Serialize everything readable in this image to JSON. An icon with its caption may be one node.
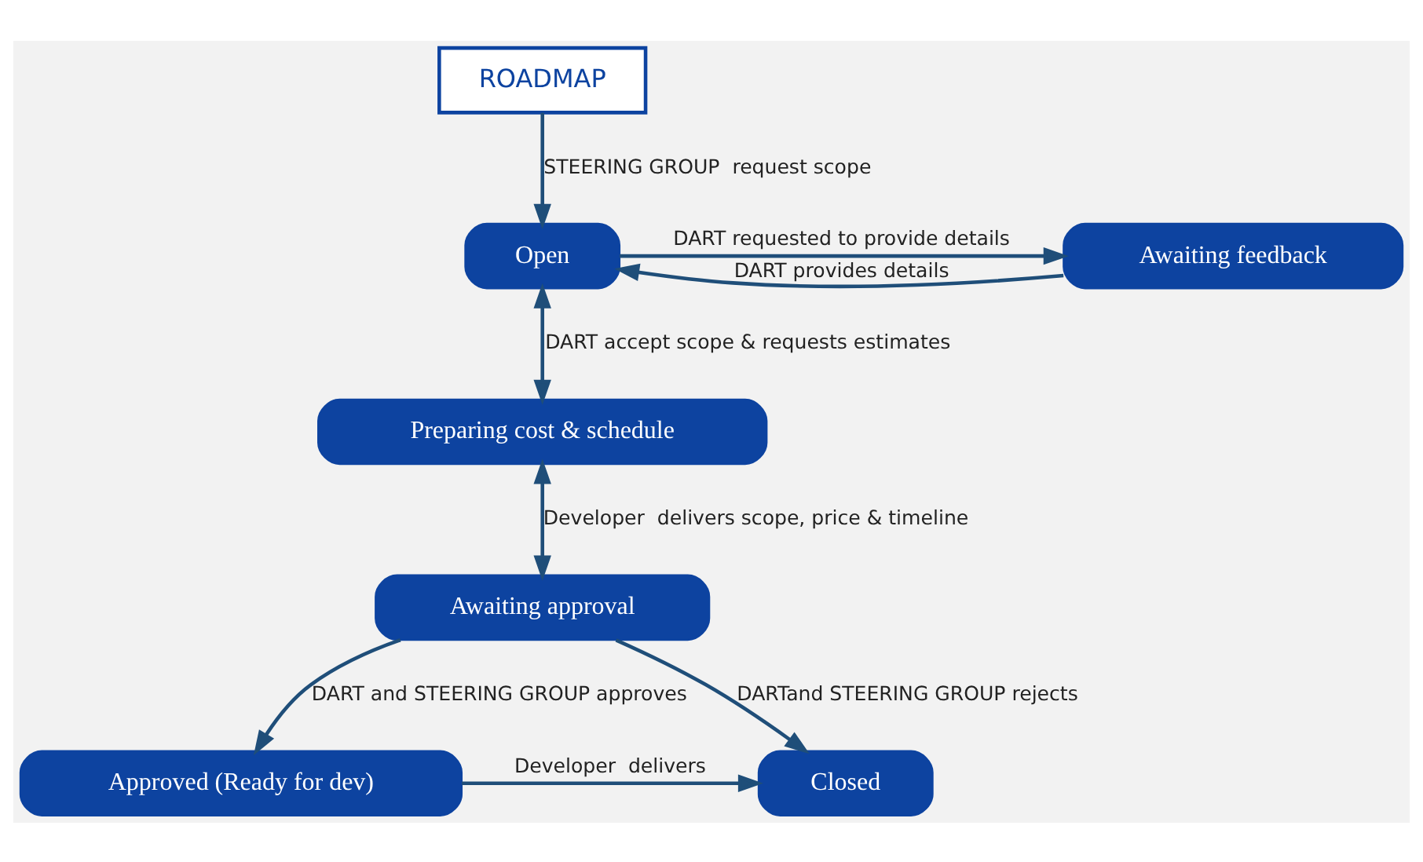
{
  "diagram": {
    "nodes": [
      {
        "text": [
          "ROADMAP"
        ]
      },
      {
        "text": [
          "Awaiting feedback"
        ]
      },
      {
        "text": [
          "Open"
        ]
      },
      {
        "text": [
          "Preparing cost & schedule"
        ]
      },
      {
        "text": [
          "Awaiting approval"
        ]
      },
      {
        "text": [
          "Approved (Ready for dev)"
        ]
      },
      {
        "text": [
          "Closed"
        ]
      }
    ],
    "edges": [
      {
        "from": 0,
        "to": 2,
        "arrow": "to",
        "label": "STEERING GROUP  request scope"
      },
      {
        "from": 2,
        "to": 1,
        "arrow": "to",
        "label": "DART requested to provide details"
      },
      {
        "from": 1,
        "to": 2,
        "arrow": "to",
        "label": "DART provides details"
      },
      {
        "from": 2,
        "to": 3,
        "arrow": "both",
        "label": "DART accept scope & requests estimates"
      },
      {
        "from": 3,
        "to": 4,
        "arrow": "both",
        "label": "Developer  delivers scope, price & timeline"
      },
      {
        "from": 4,
        "to": 6,
        "arrow": "to",
        "label": "DARTand STEERING GROUP rejects"
      },
      {
        "from": 4,
        "to": 5,
        "arrow": "to",
        "label": "DART and STEERING GROUP approves"
      },
      {
        "from": 5,
        "to": 6,
        "arrow": "to",
        "label": "Developer  delivers"
      }
    ]
  }
}
